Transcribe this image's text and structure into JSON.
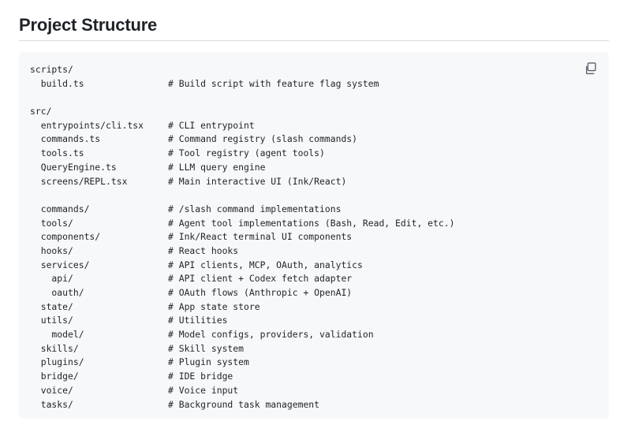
{
  "heading": "Project Structure",
  "copy_icon": "copy-icon",
  "lines": [
    {
      "path": "scripts/",
      "comment": ""
    },
    {
      "path": "  build.ts",
      "comment": "# Build script with feature flag system"
    },
    {
      "path": "",
      "comment": ""
    },
    {
      "path": "src/",
      "comment": ""
    },
    {
      "path": "  entrypoints/cli.tsx",
      "comment": "# CLI entrypoint"
    },
    {
      "path": "  commands.ts",
      "comment": "# Command registry (slash commands)"
    },
    {
      "path": "  tools.ts",
      "comment": "# Tool registry (agent tools)"
    },
    {
      "path": "  QueryEngine.ts",
      "comment": "# LLM query engine"
    },
    {
      "path": "  screens/REPL.tsx",
      "comment": "# Main interactive UI (Ink/React)"
    },
    {
      "path": "",
      "comment": ""
    },
    {
      "path": "  commands/",
      "comment": "# /slash command implementations"
    },
    {
      "path": "  tools/",
      "comment": "# Agent tool implementations (Bash, Read, Edit, etc.)"
    },
    {
      "path": "  components/",
      "comment": "# Ink/React terminal UI components"
    },
    {
      "path": "  hooks/",
      "comment": "# React hooks"
    },
    {
      "path": "  services/",
      "comment": "# API clients, MCP, OAuth, analytics"
    },
    {
      "path": "    api/",
      "comment": "# API client + Codex fetch adapter"
    },
    {
      "path": "    oauth/",
      "comment": "# OAuth flows (Anthropic + OpenAI)"
    },
    {
      "path": "  state/",
      "comment": "# App state store"
    },
    {
      "path": "  utils/",
      "comment": "# Utilities"
    },
    {
      "path": "    model/",
      "comment": "# Model configs, providers, validation"
    },
    {
      "path": "  skills/",
      "comment": "# Skill system"
    },
    {
      "path": "  plugins/",
      "comment": "# Plugin system"
    },
    {
      "path": "  bridge/",
      "comment": "# IDE bridge"
    },
    {
      "path": "  voice/",
      "comment": "# Voice input"
    },
    {
      "path": "  tasks/",
      "comment": "# Background task management"
    }
  ]
}
